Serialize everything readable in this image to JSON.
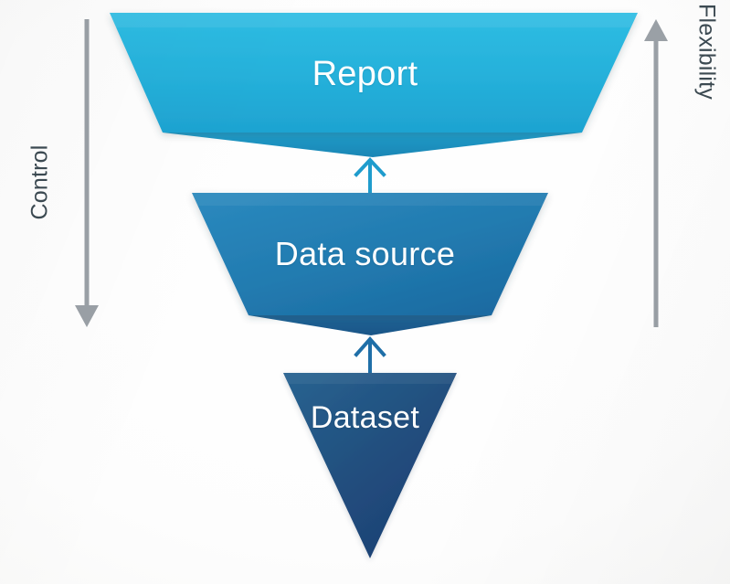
{
  "diagram": {
    "title": "Report / Data source / Dataset funnel",
    "type": "funnel",
    "background_color": "#fdfdfd",
    "stages": [
      {
        "id": "report",
        "label": "Report",
        "shape": "trapezoid",
        "level": 1,
        "fill_top": "#2bb8e0",
        "fill_bottom": "#1fa5d2",
        "underside_fill": "#1b8fbd",
        "text_color": "#ffffff"
      },
      {
        "id": "data-source",
        "label": "Data source",
        "shape": "trapezoid",
        "level": 2,
        "fill_top": "#2680b5",
        "fill_bottom": "#1d6fa5",
        "underside_fill": "#1c5f92",
        "text_color": "#ffffff"
      },
      {
        "id": "dataset",
        "label": "Dataset",
        "shape": "inverted-triangle",
        "level": 3,
        "fill_top": "#245d91",
        "fill_bottom": "#1d3f75",
        "text_color": "#ffffff"
      }
    ],
    "connectors": [
      {
        "id": "dataset-to-data-source",
        "from": "dataset",
        "to": "data-source",
        "direction": "up",
        "color": "#1f6fa8"
      },
      {
        "id": "data-source-to-report",
        "from": "data-source",
        "to": "report",
        "direction": "up",
        "color": "#1f9ccd"
      }
    ],
    "axes": [
      {
        "id": "control-axis",
        "label": "Control",
        "side": "left",
        "direction": "down",
        "color": "#9aa0a6",
        "text_color": "#3c4a52"
      },
      {
        "id": "flexibility-axis",
        "label": "Flexibility",
        "side": "right",
        "direction": "up",
        "color": "#9aa0a6",
        "text_color": "#3c4a52"
      }
    ]
  }
}
